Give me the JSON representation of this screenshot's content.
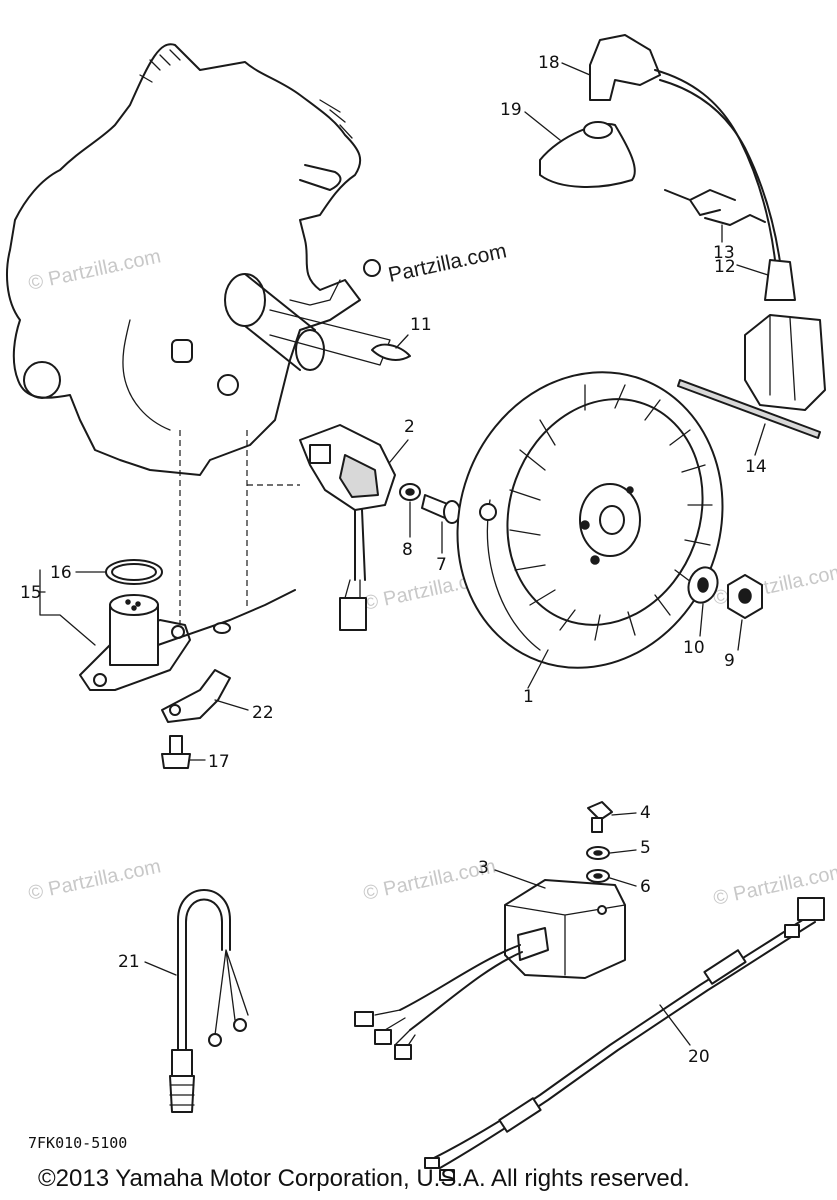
{
  "parts": {
    "p1": "1",
    "p2": "2",
    "p3": "3",
    "p4": "4",
    "p5": "5",
    "p6": "6",
    "p7": "7",
    "p8": "8",
    "p9": "9",
    "p10": "10",
    "p11": "11",
    "p12": "12",
    "p13": "13",
    "p14": "14",
    "p15": "15",
    "p16": "16",
    "p17": "17",
    "p18": "18",
    "p19": "19",
    "p20": "20",
    "p21": "21",
    "p22": "22"
  },
  "watermark": {
    "main": "Partzilla.com",
    "faint": "© Partzilla.com"
  },
  "diagram_code": "7FK010-5100",
  "copyright": "©2013 Yamaha Motor Corporation, U.S.A. All rights reserved."
}
